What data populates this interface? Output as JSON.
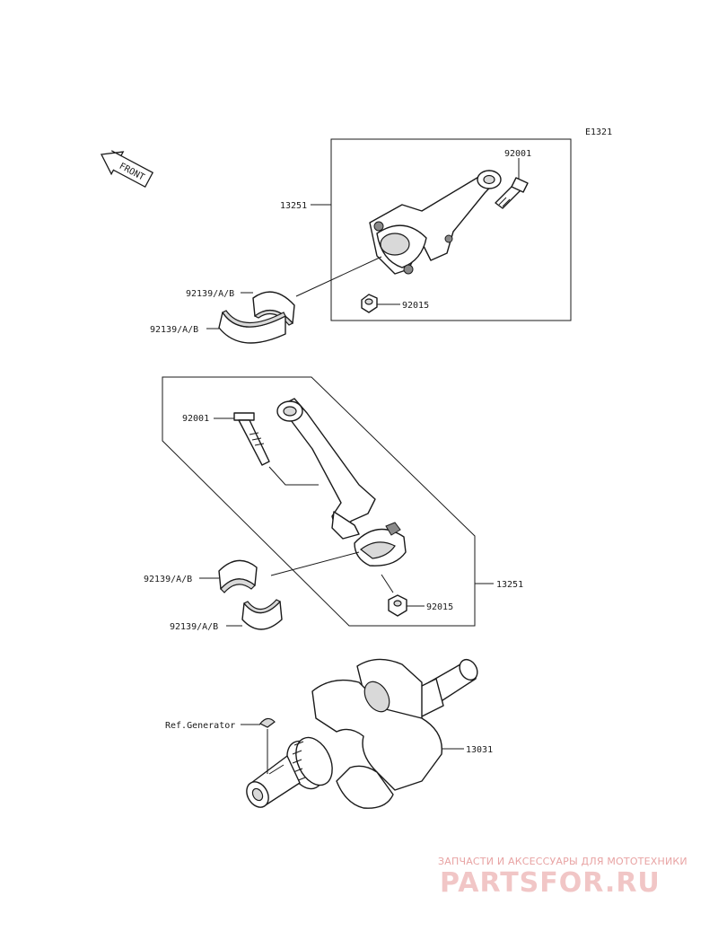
{
  "diagram_code": "E1321",
  "front_label": "FRONT",
  "labels": {
    "upper_rod_assy": "13251",
    "upper_bolt": "92001",
    "upper_nut": "92015",
    "upper_bearing_a": "92139/A/B",
    "upper_bearing_b": "92139/A/B",
    "lower_bolt": "92001",
    "lower_rod_assy": "13251",
    "lower_nut": "92015",
    "lower_bearing_a": "92139/A/B",
    "lower_bearing_b": "92139/A/B",
    "ref_generator": "Ref.Generator",
    "crankshaft": "13031"
  },
  "watermark": {
    "tagline": "ЗАПЧАСТИ И АКСЕССУАРЫ ДЛЯ МОТОТЕХНИКИ",
    "logo": "PARTSFOR.RU"
  }
}
